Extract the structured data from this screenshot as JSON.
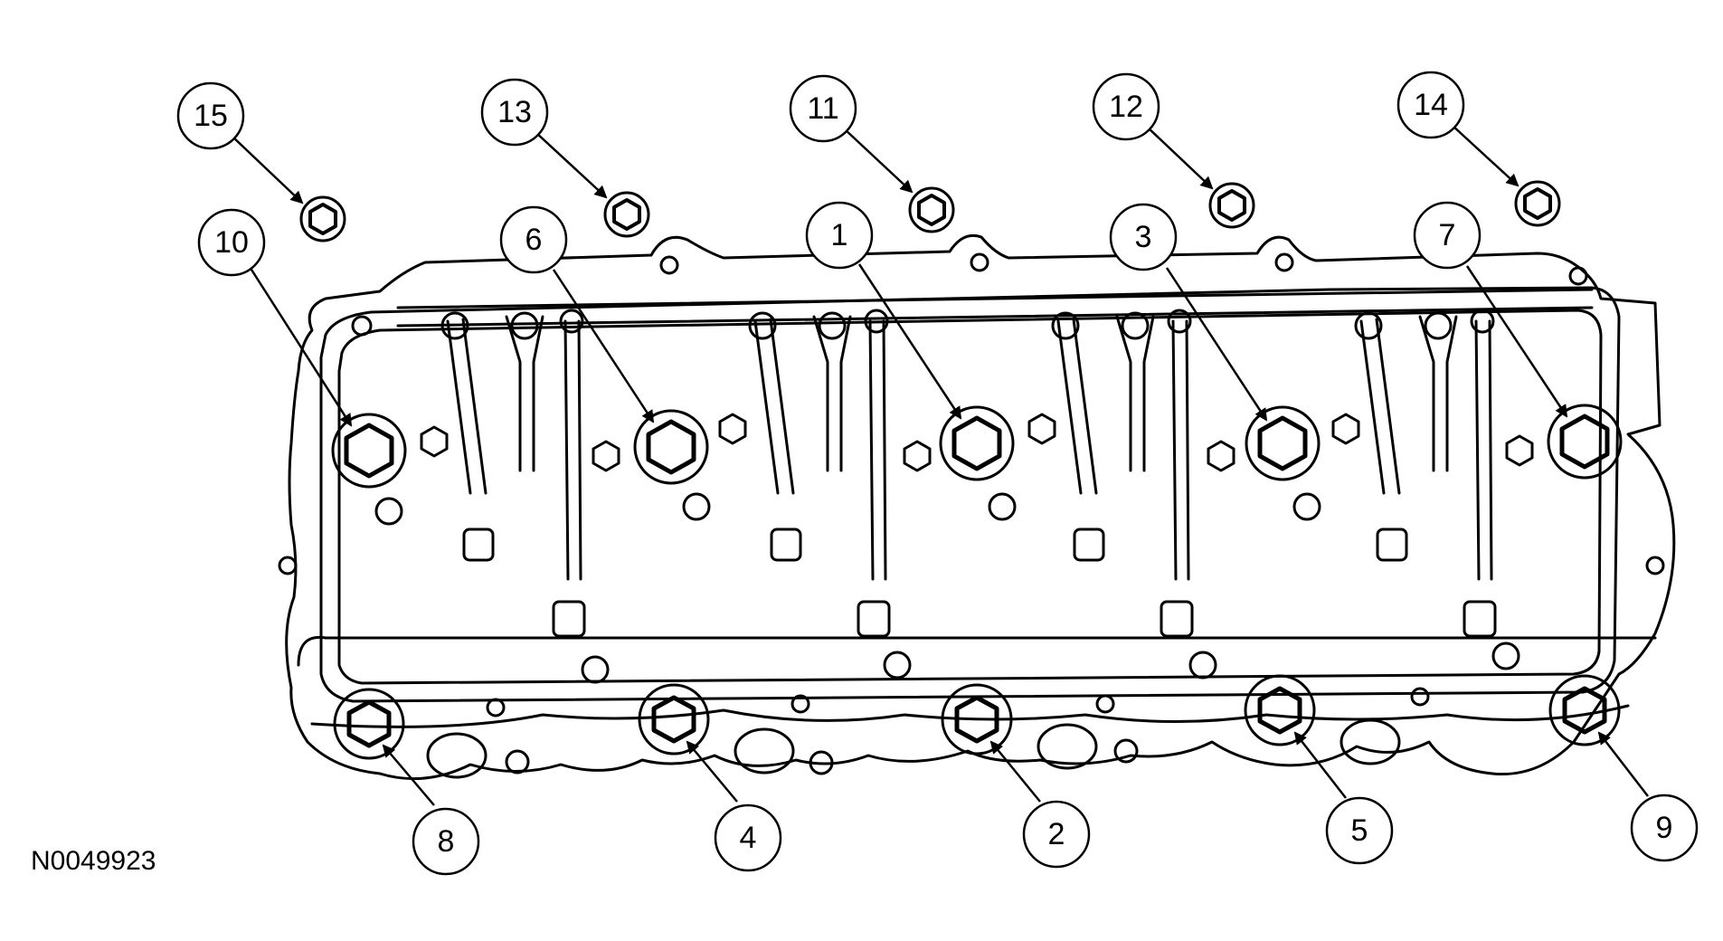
{
  "figure_id": "N0049923",
  "colors": {
    "line": "#000000",
    "background": "#ffffff"
  },
  "callouts": [
    "1",
    "2",
    "3",
    "4",
    "5",
    "6",
    "7",
    "8",
    "9",
    "10",
    "11",
    "12",
    "13",
    "14",
    "15"
  ],
  "labels": {
    "c1": "1",
    "c2": "2",
    "c3": "3",
    "c4": "4",
    "c5": "5",
    "c6": "6",
    "c7": "7",
    "c8": "8",
    "c9": "9",
    "c10": "10",
    "c11": "11",
    "c12": "12",
    "c13": "13",
    "c14": "14",
    "c15": "15"
  }
}
